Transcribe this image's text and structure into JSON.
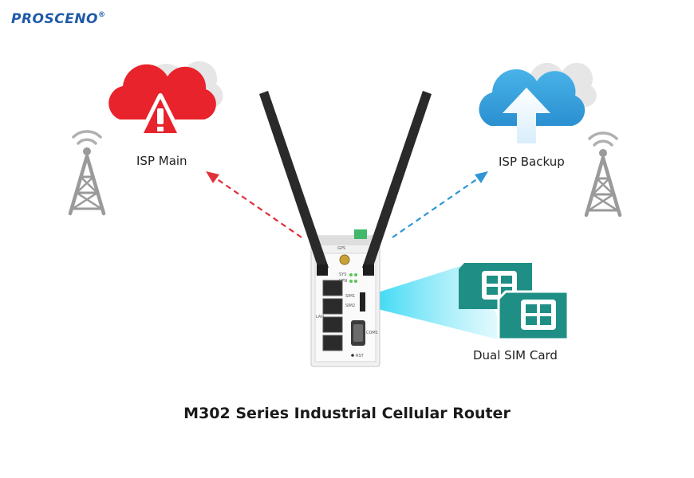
{
  "brand": {
    "logo_text": "PROSCENO",
    "logo_mark": "®"
  },
  "labels": {
    "isp_main": "ISP Main",
    "isp_backup": "ISP Backup",
    "dual_sim": "Dual SIM Card",
    "title": "M302 Series Industrial Cellular Router"
  },
  "router_panel": {
    "gps": "GPS",
    "sys": "SYS",
    "vpn": "VPN",
    "lan": "LAN",
    "sim1": "SIM1",
    "sim2": "SIM2",
    "com": "COM1",
    "rst": "RST"
  },
  "colors": {
    "alert_cloud": "#e8232b",
    "backup_cloud": "#3aa7e0",
    "main_arrow": "#e0303a",
    "backup_arrow": "#2f95d6",
    "sim": "#1f8f86",
    "tower": "#9a9a9a",
    "brand": "#1f5aa8"
  },
  "icons": [
    "alert-cloud-icon",
    "upload-cloud-icon",
    "cell-tower-icon",
    "sim-card-icon",
    "router-icon",
    "antenna-icon"
  ]
}
